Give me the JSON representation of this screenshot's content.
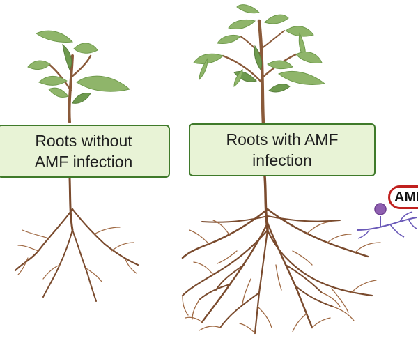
{
  "panels": [
    {
      "id": "without",
      "label_lines": [
        "Roots without",
        "AMF infection"
      ]
    },
    {
      "id": "with",
      "label_lines": [
        "Roots with AMF",
        "infection"
      ]
    }
  ],
  "fungus_label": "AMF",
  "colors": {
    "label_fill": "#e8f3d6",
    "label_border": "#3f7a2a",
    "leaf": "#8fb56a",
    "stem": "#8a5a3a",
    "root": "#7a4b2e",
    "fungus_spore": "#8e5fb0",
    "fungus_hyphae": "#6a59b8",
    "fungus_tag_border": "#c0201e"
  }
}
